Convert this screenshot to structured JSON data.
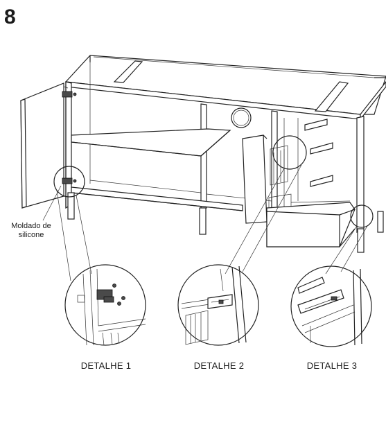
{
  "step": {
    "number": "8"
  },
  "callout": {
    "line1": "Moldado de",
    "line2": "silicone"
  },
  "details": [
    {
      "label": "DETALHE 1"
    },
    {
      "label": "DETALHE 2"
    },
    {
      "label": "DETALHE 3"
    }
  ]
}
